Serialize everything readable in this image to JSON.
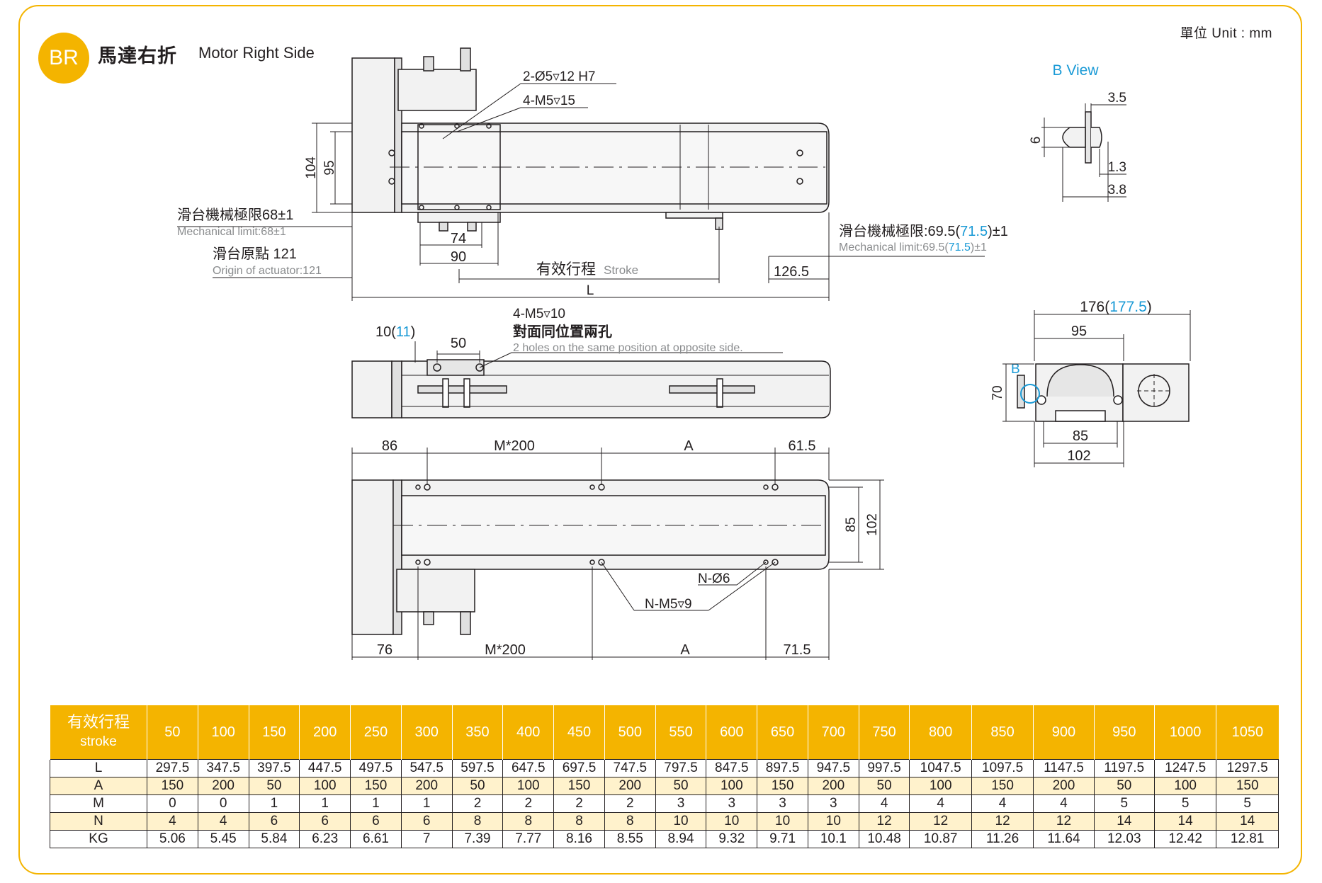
{
  "unit_label": "單位 Unit : mm",
  "header": {
    "badge": "BR",
    "title_cn": "馬達右折",
    "title_en": "Motor Right Side"
  },
  "top_view": {
    "hole_note_1": "2-Ø5▿12 H7",
    "hole_note_2": "4-M5▿15",
    "dim_104": "104",
    "dim_95": "95",
    "mech_limit_left_cn": "滑台機械極限68±1",
    "mech_limit_left_en": "Mechanical limit:68±1",
    "origin_cn": "滑台原點 121",
    "origin_en": "Origin of actuator:121",
    "dim_74": "74",
    "dim_90": "90",
    "stroke_cn": "有效行程",
    "stroke_en": "Stroke",
    "dim_126_5": "126.5",
    "dim_L": "L",
    "mech_limit_right_cn": "滑台機械極限",
    "mech_limit_right_val": ":69.5(",
    "mech_limit_right_blue": "71.5",
    "mech_limit_right_tol": ")±1",
    "mech_limit_right_en_a": "Mechanical limit:69.5(",
    "mech_limit_right_en_blue": "71.5",
    "mech_limit_right_en_b": ")±1"
  },
  "side_view": {
    "dim_10": "10(",
    "dim_10_blue": "11",
    "dim_10_close": ")",
    "dim_50": "50",
    "note_1": "4-M5▿10",
    "note_2_cn": "對面同位置兩孔",
    "note_2_en": "2 holes on the same position at opposite side."
  },
  "bottom_view": {
    "dim_86": "86",
    "dim_m200_top": "M*200",
    "dim_a_top": "A",
    "dim_61_5": "61.5",
    "dim_85": "85",
    "dim_102": "102",
    "note_n6": "N-Ø6",
    "note_nm5": "N-M5▿9",
    "dim_76": "76",
    "dim_m200_bot": "M*200",
    "dim_a_bot": "A",
    "dim_71_5": "71.5"
  },
  "b_view": {
    "title": "B View",
    "dim_3_5": "3.5",
    "dim_6": "6",
    "dim_1_3": "1.3",
    "dim_3_8": "3.8"
  },
  "end_view": {
    "dim_176": "176(",
    "dim_176_blue": "177.5",
    "dim_176_close": ")",
    "dim_95": "95",
    "dim_70": "70",
    "label_b": "B",
    "dim_85": "85",
    "dim_102": "102"
  },
  "colors": {
    "accent": "#f4b400",
    "row_alt": "#fff2cc",
    "blue": "#1a9ad6"
  },
  "spec_table": {
    "header_cn": "有效行程",
    "header_en": "stroke",
    "strokes": [
      "50",
      "100",
      "150",
      "200",
      "250",
      "300",
      "350",
      "400",
      "450",
      "500",
      "550",
      "600",
      "650",
      "700",
      "750",
      "800",
      "850",
      "900",
      "950",
      "1000",
      "1050"
    ],
    "rows": [
      {
        "label": "L",
        "values": [
          "297.5",
          "347.5",
          "397.5",
          "447.5",
          "497.5",
          "547.5",
          "597.5",
          "647.5",
          "697.5",
          "747.5",
          "797.5",
          "847.5",
          "897.5",
          "947.5",
          "997.5",
          "1047.5",
          "1097.5",
          "1147.5",
          "1197.5",
          "1247.5",
          "1297.5"
        ]
      },
      {
        "label": "A",
        "values": [
          "150",
          "200",
          "50",
          "100",
          "150",
          "200",
          "50",
          "100",
          "150",
          "200",
          "50",
          "100",
          "150",
          "200",
          "50",
          "100",
          "150",
          "200",
          "50",
          "100",
          "150"
        ]
      },
      {
        "label": "M",
        "values": [
          "0",
          "0",
          "1",
          "1",
          "1",
          "1",
          "2",
          "2",
          "2",
          "2",
          "3",
          "3",
          "3",
          "3",
          "4",
          "4",
          "4",
          "4",
          "5",
          "5",
          "5"
        ]
      },
      {
        "label": "N",
        "values": [
          "4",
          "4",
          "6",
          "6",
          "6",
          "6",
          "8",
          "8",
          "8",
          "8",
          "10",
          "10",
          "10",
          "10",
          "12",
          "12",
          "12",
          "12",
          "14",
          "14",
          "14"
        ]
      },
      {
        "label": "KG",
        "values": [
          "5.06",
          "5.45",
          "5.84",
          "6.23",
          "6.61",
          "7",
          "7.39",
          "7.77",
          "8.16",
          "8.55",
          "8.94",
          "9.32",
          "9.71",
          "10.1",
          "10.48",
          "10.87",
          "11.26",
          "11.64",
          "12.03",
          "12.42",
          "12.81"
        ]
      }
    ]
  }
}
